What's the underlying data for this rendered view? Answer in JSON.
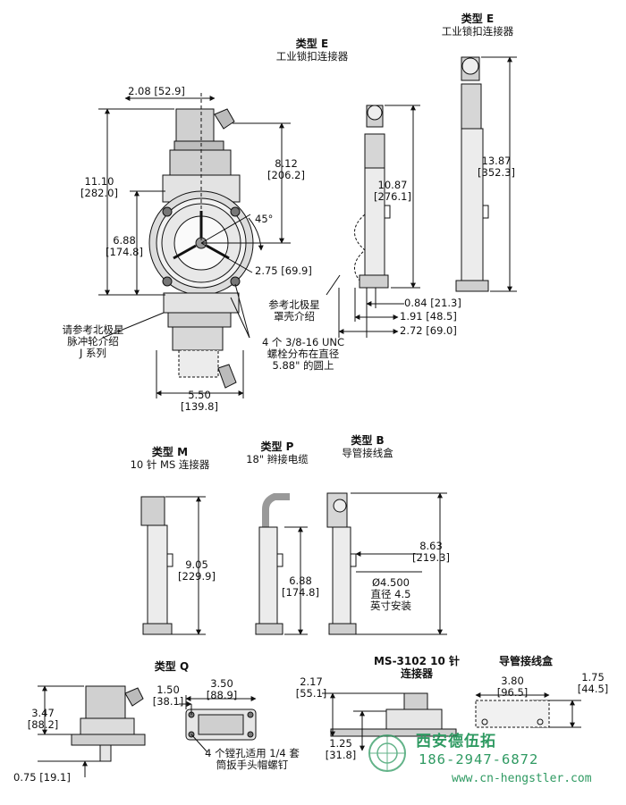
{
  "titles": {
    "type_e_1": {
      "name": "类型 E",
      "desc": "工业锁扣连接器"
    },
    "type_e_2": {
      "name": "类型 E",
      "desc": "工业锁扣连接器"
    },
    "type_m": {
      "name": "类型 M",
      "desc": "10 针 MS 连接器"
    },
    "type_p": {
      "name": "类型 P",
      "desc": "18\" 辫接电缆"
    },
    "type_b": {
      "name": "类型 B",
      "desc": "导管接线盒"
    },
    "type_q": {
      "name": "类型 Q"
    },
    "ms3102": {
      "name1": "MS-3102 10 针",
      "name2": "连接器"
    },
    "conduit": {
      "name": "导管接线盒"
    }
  },
  "dims": {
    "w_2_08": "2.08 [52.9]",
    "h_11_10_a": "11.10",
    "h_11_10_b": "[282.0]",
    "h_8_12_a": "8.12",
    "h_8_12_b": "[206.2]",
    "angle_45": "45°",
    "h_6_88_a": "6.88",
    "h_6_88_b": "[174.8]",
    "r_2_75": "2.75 [69.9]",
    "w_5_50_a": "5.50",
    "w_5_50_b": "[139.8]",
    "h_10_87_a": "10.87",
    "h_10_87_b": "[276.1]",
    "h_13_87_a": "13.87",
    "h_13_87_b": "[352.3]",
    "d_0_84": "0.84 [21.3]",
    "d_1_91": "1.91 [48.5]",
    "d_2_72": "2.72 [69.0]",
    "m_9_05_a": "9.05",
    "m_9_05_b": "[229.9]",
    "p_6_88_a": "6.88",
    "p_6_88_b": "[174.8]",
    "b_8_63_a": "8.63",
    "b_8_63_b": "[219.3]",
    "b_dia": "Ø4.500",
    "b_dia_cn1": "直径 4.5",
    "b_dia_cn2": "英寸安装",
    "q_3_47_a": "3.47",
    "q_3_47_b": "[88.2]",
    "q_1_50_a": "1.50",
    "q_1_50_b": "[38.1]",
    "q_3_50_a": "3.50",
    "q_3_50_b": "[88.9]",
    "q_0_75": "0.75 [19.1]",
    "ms_2_17_a": "2.17",
    "ms_2_17_b": "[55.1]",
    "ms_1_25_a": "1.25",
    "ms_1_25_b": "[31.8]",
    "c_3_80_a": "3.80",
    "c_3_80_b": "[96.5]",
    "c_1_75_a": "1.75",
    "c_1_75_b": "[44.5]"
  },
  "notes": {
    "ref_pulse_1": "请参考北极星",
    "ref_pulse_2": "脉冲轮介绍",
    "ref_pulse_3": "J 系列",
    "ref_cover_1": "参考北极星",
    "ref_cover_2": "罩壳介绍",
    "bolts_1": "4 个 3/8-16 UNC",
    "bolts_2": "螺栓分布在直径",
    "bolts_3": "5.88\" 的圆上",
    "q_note_1": "4 个镗孔适用 1/4 套",
    "q_note_2": "筒扳手头帽螺钉"
  },
  "watermark": {
    "company": "西安德伍拓",
    "phone": "186-2947-6872",
    "url": "www.cn-hengstler.com"
  }
}
